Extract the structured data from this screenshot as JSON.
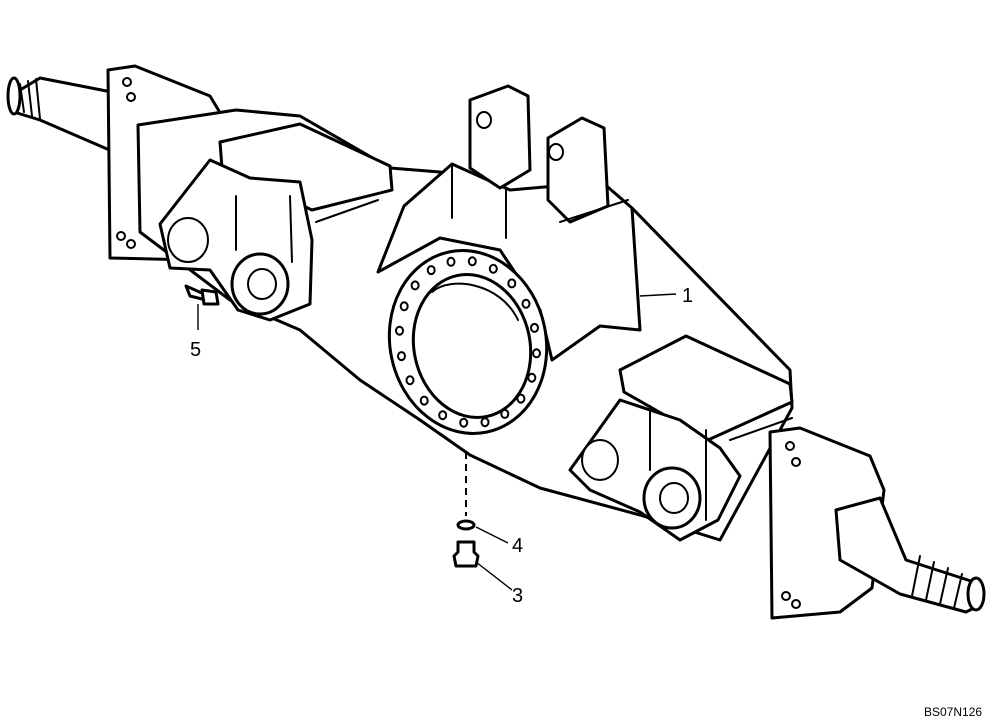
{
  "callouts": [
    {
      "id": "1",
      "label": "1"
    },
    {
      "id": "3",
      "label": "3"
    },
    {
      "id": "4",
      "label": "4"
    },
    {
      "id": "5",
      "label": "5"
    }
  ],
  "drawing_code": "BS07N126",
  "colors": {
    "line": "#000000",
    "background": "#ffffff"
  }
}
